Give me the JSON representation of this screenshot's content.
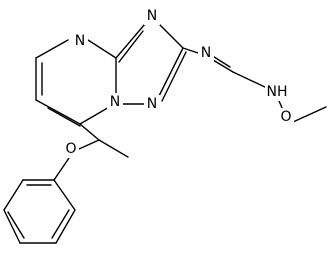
{
  "atoms": {
    "n_pyrimidine": "N",
    "n_triazole_top": "N",
    "n_bridgehead": "N",
    "n_triazole_low": "N",
    "n_imine": "N",
    "nh_amide": "NH",
    "o_methoxy": "O",
    "o_ether": "O"
  }
}
